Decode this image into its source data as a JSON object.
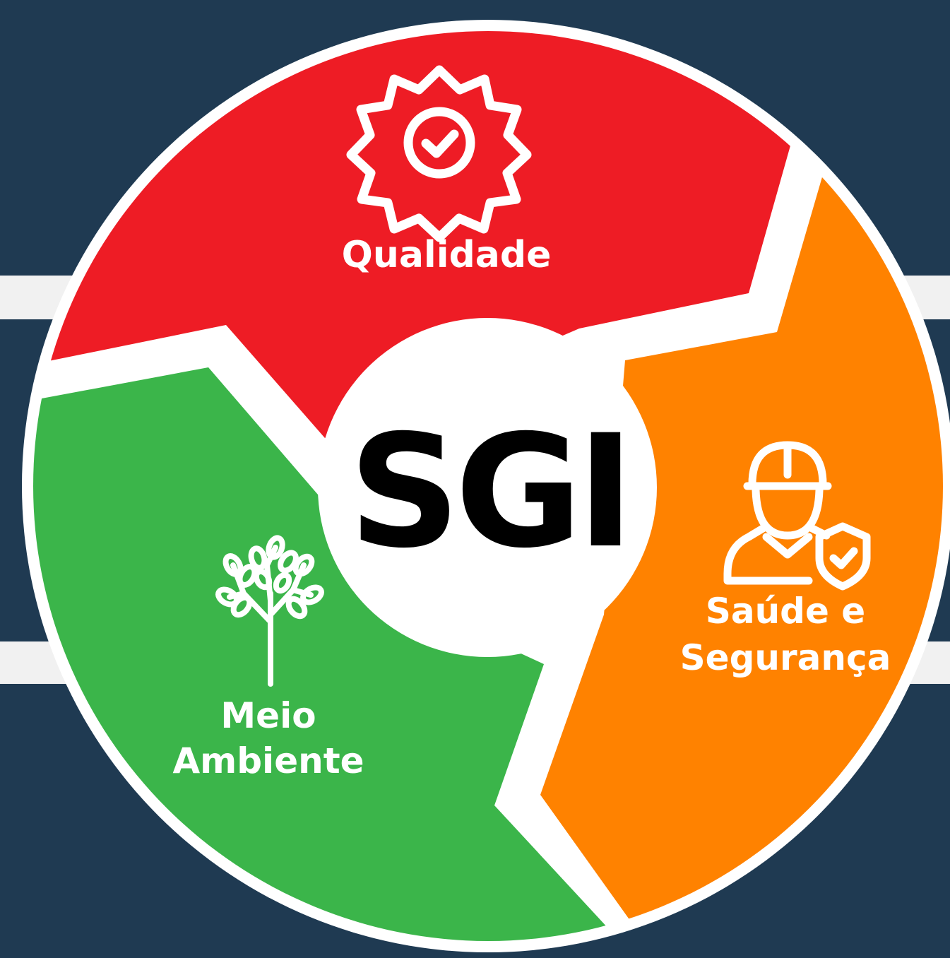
{
  "center": {
    "label": "SGI"
  },
  "segments": [
    {
      "id": "qualidade",
      "lines": [
        "Qualidade"
      ],
      "color": "#ee1c25",
      "icon": "quality-badge-icon"
    },
    {
      "id": "saude-seguranca",
      "lines": [
        "Saúde e",
        "Segurança"
      ],
      "color": "#ff8200",
      "icon": "worker-shield-icon"
    },
    {
      "id": "meio-ambiente",
      "lines": [
        "Meio",
        "Ambiente"
      ],
      "color": "#3bb54a",
      "icon": "tree-icon"
    }
  ],
  "colors": {
    "background": "#1f3a52",
    "ring": "#ffffff",
    "bands": "#f1f1f1",
    "center_text": "#000000"
  }
}
